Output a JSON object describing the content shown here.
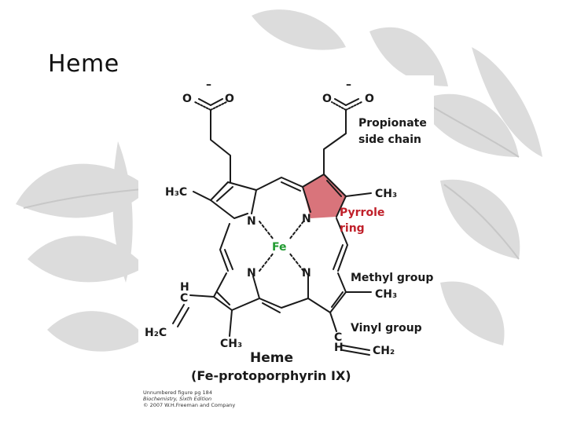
{
  "slide": {
    "title": "Heme"
  },
  "molecule": {
    "atoms": {
      "o": "O",
      "charge": "–",
      "n": "N",
      "fe": "Fe",
      "h3c": "H₃C",
      "ch3": "CH₃",
      "h": "H",
      "c": "C",
      "h2c": "H₂C",
      "ch2": "CH₂"
    },
    "annotations": {
      "propionate_line1": "Propionate",
      "propionate_line2": "side chain",
      "pyrrole_line1": "Pyrrole",
      "pyrrole_line2": "ring",
      "methyl_group": "Methyl group",
      "vinyl_group": "Vinyl group"
    },
    "name_line1": "Heme",
    "name_line2": "(Fe-protoporphyrin IX)"
  },
  "credit": {
    "line1": "Unnumbered figure pg 184",
    "line2": "Biochemistry, Sixth Edition",
    "line3": "© 2007 W.H.Freeman and Company"
  },
  "colors": {
    "pyrrole_ring_fill": "#d9747b",
    "fe_label": "#1f9a2f",
    "pyrrole_label": "#c0202a",
    "background_leaves": "#cfcfcf"
  }
}
